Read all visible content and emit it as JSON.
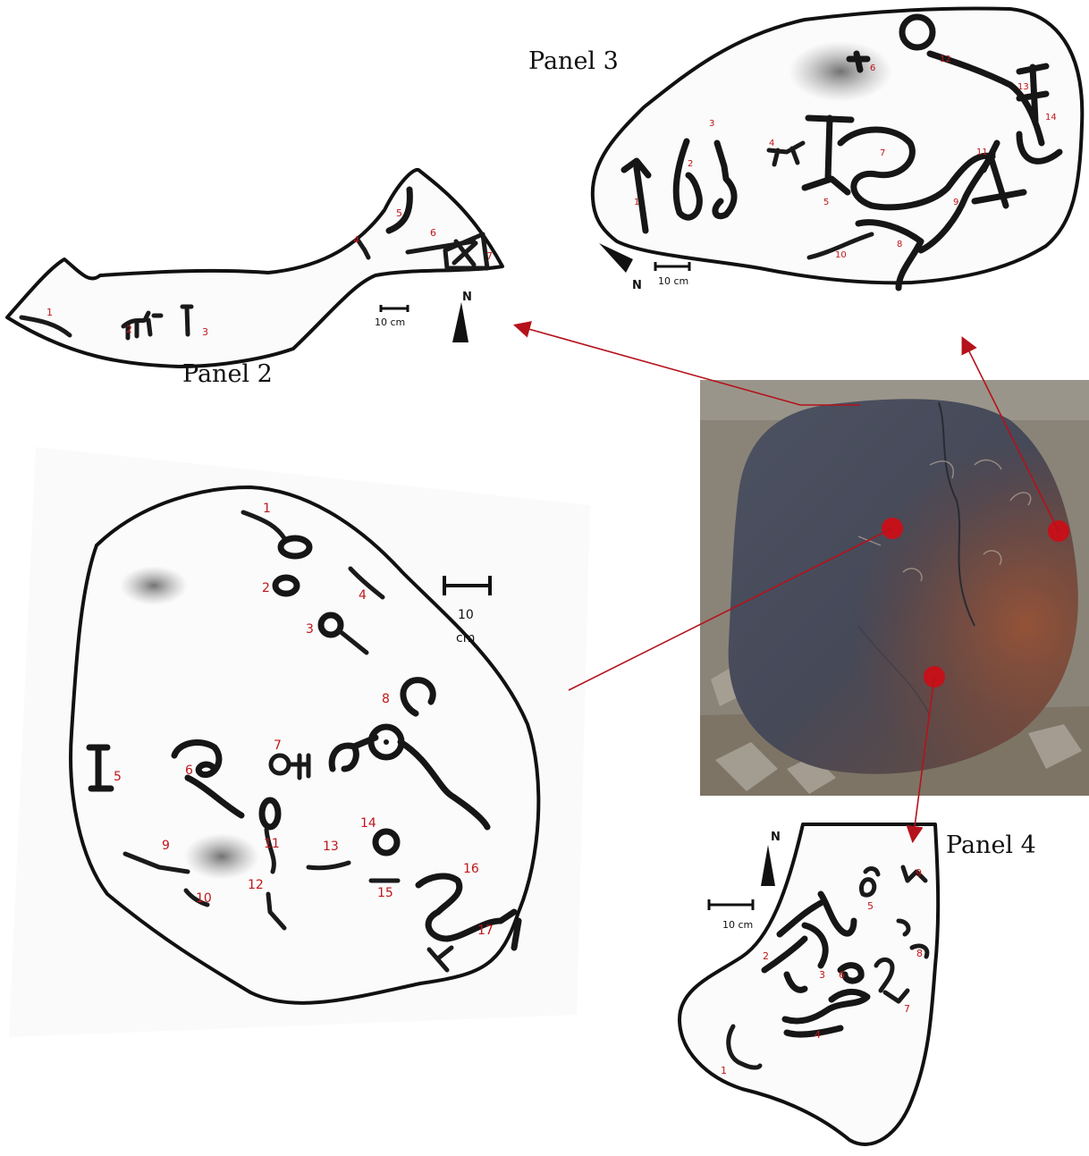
{
  "panels": {
    "panel2": {
      "title": "Panel 2",
      "scale": "10 cm",
      "north": "N",
      "numbers": [
        "1",
        "2",
        "3",
        "4",
        "5",
        "6",
        "7"
      ]
    },
    "panel3": {
      "title": "Panel 3",
      "scale": "10 cm",
      "north": "N",
      "numbers": [
        "1",
        "2",
        "3",
        "4",
        "5",
        "6",
        "7",
        "8",
        "9",
        "10",
        "11",
        "12",
        "13",
        "14"
      ]
    },
    "panel4": {
      "title": "Panel 4",
      "scale": "10 cm",
      "north": "N",
      "numbers": [
        "1",
        "2",
        "3",
        "4",
        "5",
        "6",
        "7",
        "8",
        "9"
      ]
    },
    "panel1": {
      "scale_value": "10",
      "scale_unit": "cm",
      "numbers": [
        "1",
        "2",
        "3",
        "4",
        "5",
        "6",
        "7",
        "8",
        "9",
        "10",
        "11",
        "12",
        "13",
        "14",
        "15",
        "16",
        "17"
      ]
    }
  },
  "colors": {
    "number_red": "#c0161a",
    "arrow_red": "#b5121b",
    "marker_red": "#c4111a",
    "ink": "#161616"
  },
  "icons": [
    "north-arrow-icon",
    "scale-bar-icon",
    "location-marker-icon"
  ]
}
